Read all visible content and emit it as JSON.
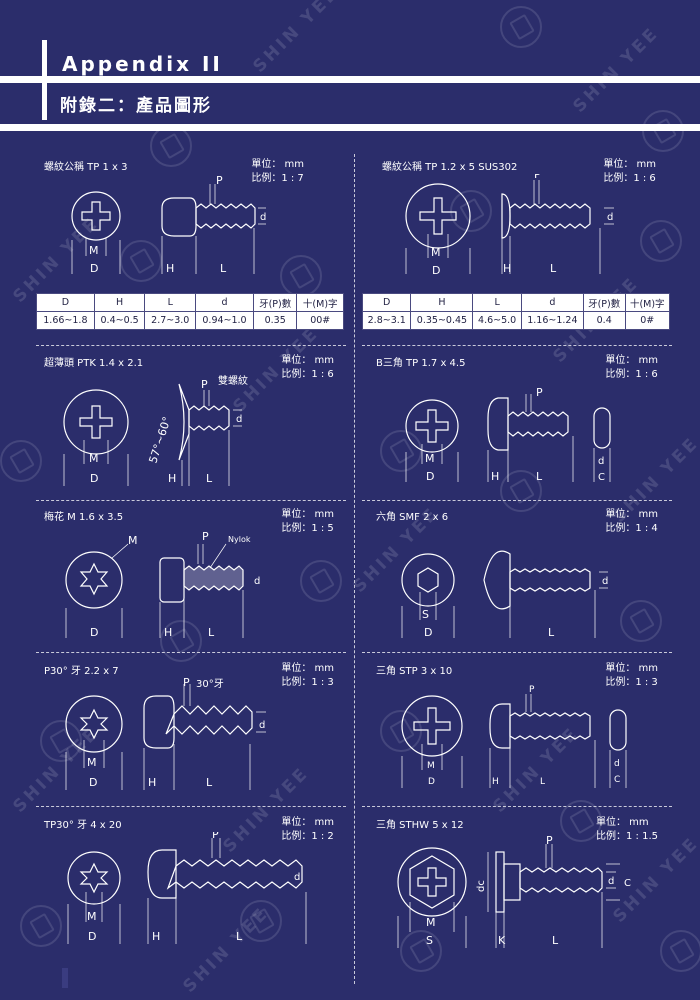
{
  "header": {
    "title_en": "Appendix II",
    "title_zh": "附錄二：產品圖形"
  },
  "watermark": "SHIN YEE",
  "colors": {
    "background": "#2b2d6b",
    "line": "#ffffff",
    "table_bg": "#ffffff",
    "table_text": "#222244"
  },
  "units_label": "單位： mm",
  "scale_prefix": "比例：",
  "products": [
    {
      "name": "螺紋公稱 TP 1 x 3",
      "scale": "1 : 7",
      "labels": {
        "D": "D",
        "M": "M",
        "H": "H",
        "L": "L",
        "d": "d",
        "P": "P"
      }
    },
    {
      "name": "螺紋公稱 TP 1.2 x 5 SUS302",
      "scale": "1 : 6",
      "labels": {
        "D": "D",
        "M": "M",
        "H": "H",
        "L": "L",
        "d": "d",
        "P": "P"
      }
    },
    {
      "name": "超薄頭 PTK 1.4 x 2.1",
      "scale": "1 : 6",
      "labels": {
        "D": "D",
        "M": "M",
        "H": "H",
        "L": "L",
        "d": "d",
        "P": "P",
        "angle": "57°~60°",
        "note": "雙螺紋"
      }
    },
    {
      "name": "B三角 TP 1.7 x 4.5",
      "scale": "1 : 6",
      "labels": {
        "D": "D",
        "M": "M",
        "H": "H",
        "L": "L",
        "d": "d",
        "P": "P",
        "C": "C"
      }
    },
    {
      "name": "梅花 M 1.6 x 3.5",
      "scale": "1 : 5",
      "labels": {
        "D": "D",
        "M": "M",
        "H": "H",
        "L": "L",
        "d": "d",
        "P": "P",
        "note": "Nylok"
      }
    },
    {
      "name": "六角 SMF 2 x 6",
      "scale": "1 : 4",
      "labels": {
        "D": "D",
        "S": "S",
        "L": "L",
        "d": "d"
      }
    },
    {
      "name": "P30° 牙 2.2 x 7",
      "scale": "1 : 3",
      "labels": {
        "D": "D",
        "M": "M",
        "H": "H",
        "L": "L",
        "d": "d",
        "P": "P",
        "note": "30°牙"
      }
    },
    {
      "name": "三角 STP 3 x 10",
      "scale": "1 : 3",
      "labels": {
        "D": "D",
        "M": "M",
        "H": "H",
        "L": "L",
        "d": "d",
        "P": "P",
        "C": "C"
      }
    },
    {
      "name": "TP30° 牙 4 x 20",
      "scale": "1 : 2",
      "labels": {
        "D": "D",
        "M": "M",
        "H": "H",
        "L": "L",
        "d": "d",
        "P": "P"
      }
    },
    {
      "name": "三角 STHW 5 x 12",
      "scale": "1 : 1.5",
      "labels": {
        "S": "S",
        "M": "M",
        "K": "K",
        "L": "L",
        "d": "d",
        "P": "P",
        "C": "C",
        "dc": "dc"
      }
    }
  ],
  "tables": [
    {
      "headers": [
        "D",
        "H",
        "L",
        "d",
        "牙(P)數",
        "十(M)字"
      ],
      "values": [
        "1.66~1.8",
        "0.4~0.5",
        "2.7~3.0",
        "0.94~1.0",
        "0.35",
        "00#"
      ]
    },
    {
      "headers": [
        "D",
        "H",
        "L",
        "d",
        "牙(P)數",
        "十(M)字"
      ],
      "values": [
        "2.8~3.1",
        "0.35~0.45",
        "4.6~5.0",
        "1.16~1.24",
        "0.4",
        "0#"
      ]
    }
  ]
}
